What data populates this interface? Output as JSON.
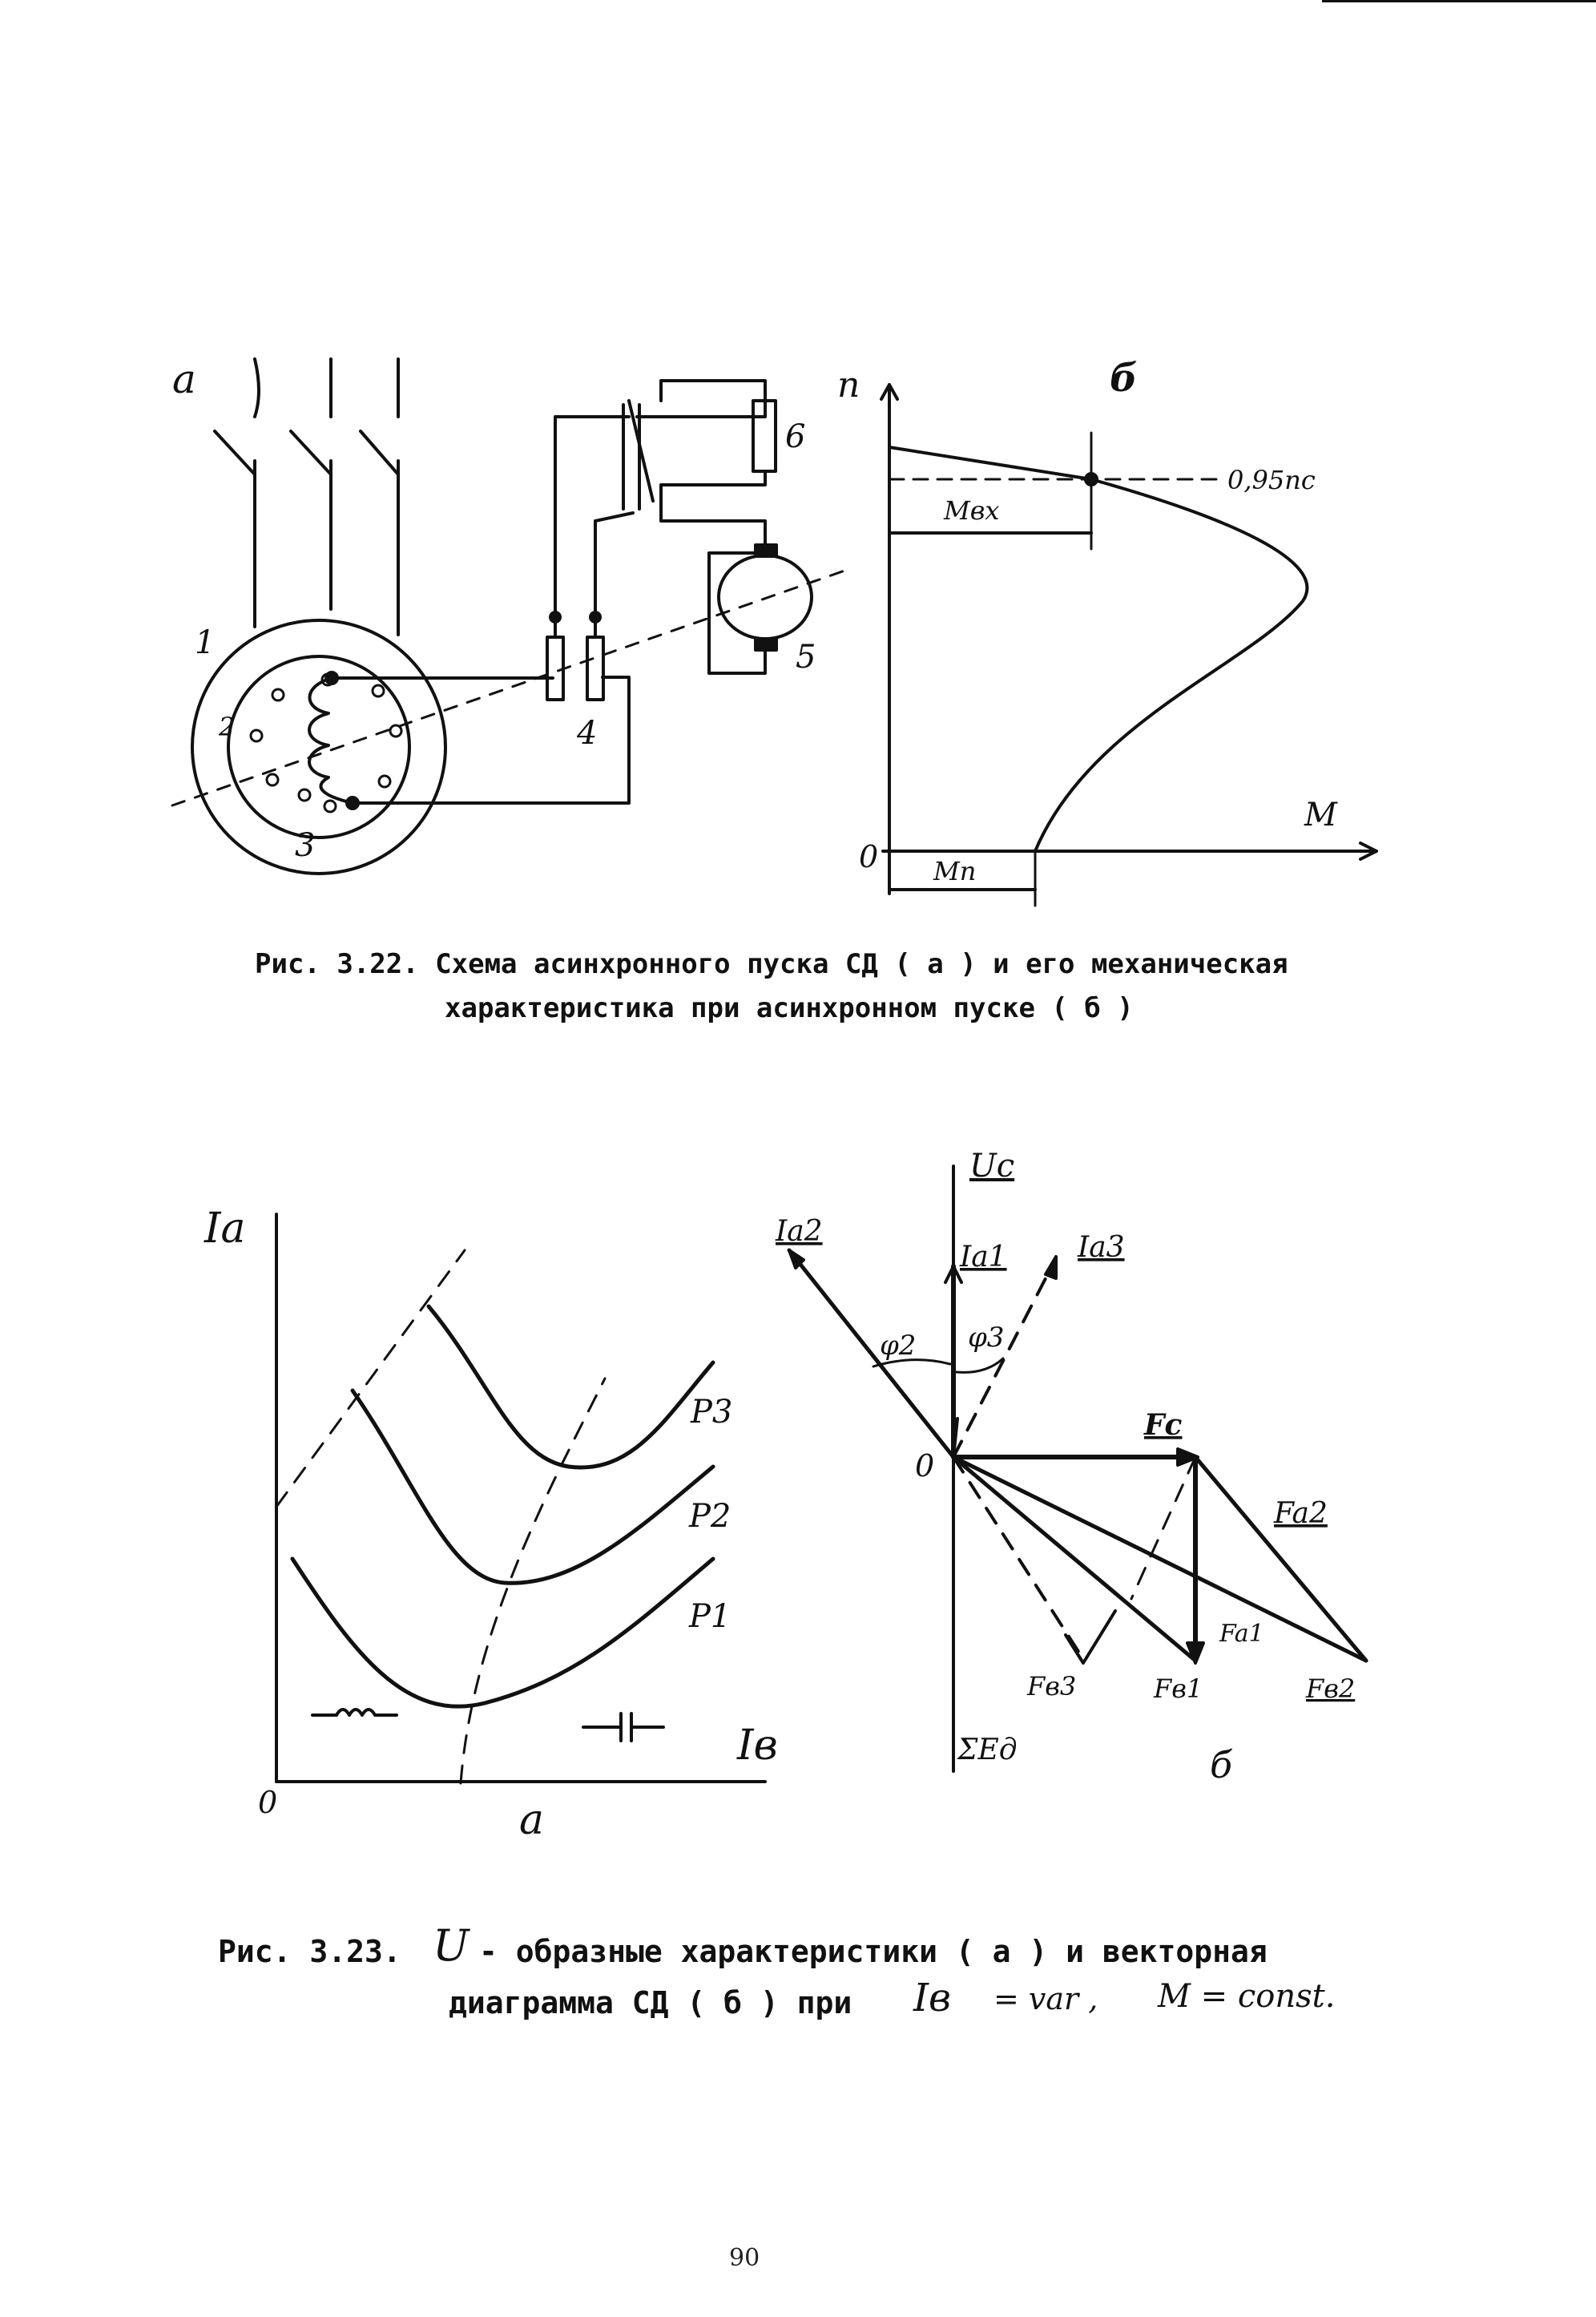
{
  "figure_322": {
    "scheme_label": "а",
    "curve_label": "б",
    "element_numbers": [
      "1",
      "2",
      "3",
      "4",
      "5",
      "6"
    ],
    "axis_n": "n",
    "axis_m": "M",
    "origin": "0",
    "speed_mark": "0,95nc",
    "torque_in": "Mвх",
    "torque_start": "Mп",
    "caption_line1": "Рис. 3.22. Схема асинхронного пуска СД ( а ) и его механическая",
    "caption_line2": "характеристика при асинхронном пуске ( б )"
  },
  "figure_323": {
    "left": {
      "axis_y": "Ia",
      "axis_x": "Iв",
      "origin": "0",
      "label": "а",
      "curves": [
        "P3",
        "P2",
        "P1"
      ],
      "inductive_mark": "-m-",
      "capacitive_mark": "-||-"
    },
    "right": {
      "label": "б",
      "origin": "0",
      "vectors": {
        "uc": "Uc",
        "ia1": "Ia1",
        "ia2": "Ia2",
        "ia3": "Ia3",
        "fc": "Fc",
        "fa2": "Fa2",
        "fa1": "Fa1",
        "fv3": "Fв3",
        "fv1": "Fв1",
        "fv2": "Fв2",
        "sum_e": "ΣEд"
      },
      "angles": [
        "φ2",
        "φ3"
      ]
    },
    "caption_prefix": "Рис. 3.23.",
    "caption_u": "U",
    "caption_mid": "- образные характеристики ( а ) и векторная",
    "caption_line2_text": "диаграмма СД ( б ) при",
    "caption_iv": "Iв",
    "caption_var": "= var ,",
    "caption_m": "M = const."
  },
  "page_number": "90"
}
